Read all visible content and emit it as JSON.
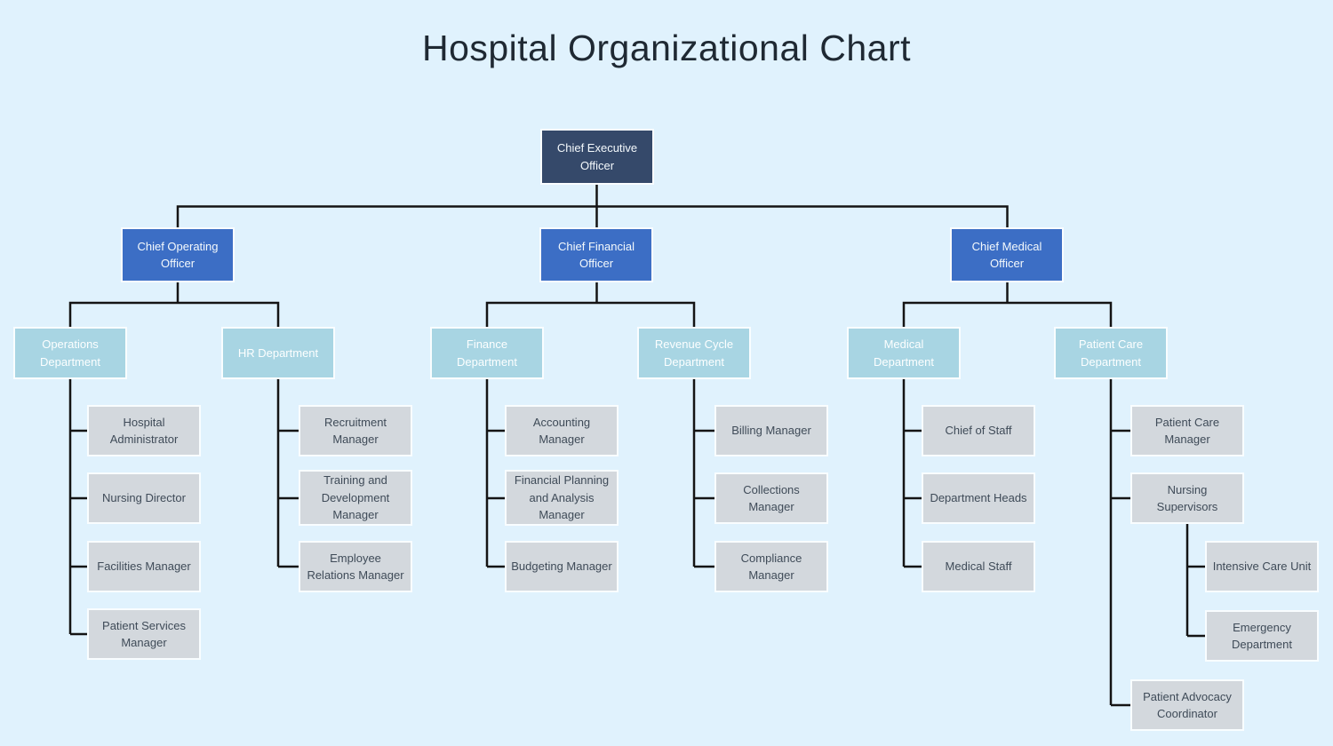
{
  "title": "Hospital Organizational Chart",
  "colors": {
    "background": "#e0f2fd",
    "executive": "#35496a",
    "officer": "#3c6ec5",
    "department": "#a8d5e3",
    "staff": "#d3d8dd",
    "line": "#141414",
    "title_color": "#1f2933"
  },
  "tree": {
    "label": "Chief Executive Officer",
    "children": [
      {
        "label": "Chief Operating Officer",
        "children": [
          {
            "label": "Operations Department",
            "children": [
              {
                "label": "Hospital Administrator"
              },
              {
                "label": "Nursing Director"
              },
              {
                "label": "Facilities Manager"
              },
              {
                "label": "Patient Services Manager"
              }
            ]
          },
          {
            "label": "HR Department",
            "children": [
              {
                "label": "Recruitment Manager"
              },
              {
                "label": "Training and Development Manager"
              },
              {
                "label": "Employee Relations Manager"
              }
            ]
          }
        ]
      },
      {
        "label": "Chief Financial Officer",
        "children": [
          {
            "label": "Finance Department",
            "children": [
              {
                "label": "Accounting Manager"
              },
              {
                "label": "Financial Planning and Analysis Manager"
              },
              {
                "label": "Budgeting Manager"
              }
            ]
          },
          {
            "label": "Revenue Cycle Department",
            "children": [
              {
                "label": "Billing Manager"
              },
              {
                "label": "Collections Manager"
              },
              {
                "label": "Compliance Manager"
              }
            ]
          }
        ]
      },
      {
        "label": "Chief Medical Officer",
        "children": [
          {
            "label": "Medical Department",
            "children": [
              {
                "label": "Chief of Staff"
              },
              {
                "label": "Department Heads"
              },
              {
                "label": "Medical Staff"
              }
            ]
          },
          {
            "label": "Patient Care Department",
            "children": [
              {
                "label": "Patient Care Manager"
              },
              {
                "label": "Nursing Supervisors",
                "children": [
                  {
                    "label": "Intensive Care Unit"
                  },
                  {
                    "label": "Emergency Department"
                  }
                ]
              },
              {
                "label": "Patient Advocacy Coordinator"
              }
            ]
          }
        ]
      }
    ]
  }
}
